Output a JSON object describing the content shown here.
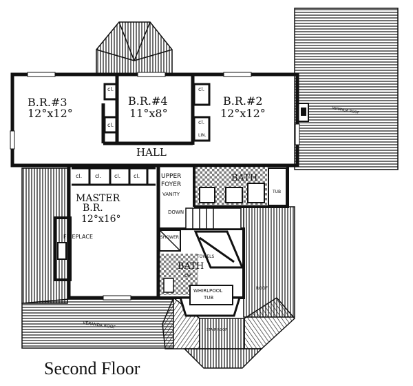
{
  "caption": "Second Floor",
  "rooms": {
    "br3": {
      "name": "B.R.#3",
      "size": "12°x12°"
    },
    "br4": {
      "name": "B.R.#4",
      "size": "11°x8°"
    },
    "br2": {
      "name": "B.R.#2",
      "size": "12°x12°"
    },
    "master": {
      "name": "MASTER",
      "name2": "B.R.",
      "size": "12°x16°"
    },
    "hall": "HALL",
    "upper_foyer": {
      "line1": "UPPER",
      "line2": "FOYER"
    },
    "bath_upper": "BATH",
    "bath_lower": "BATH",
    "vanity": "VANITY",
    "fireplace": "FIREPLACE",
    "down": "DOWN",
    "up": "UP",
    "towels": "TOWELS",
    "whirlpool": {
      "line1": "WHIRLPOOL",
      "line2": "TUB"
    },
    "shower": "SHOWER",
    "cl": "cl.",
    "lin": "LIN.",
    "tub": "TUB",
    "veranda_roof": "VERANDA ROOF",
    "stair_roof": "STAIR ROOF",
    "roof": "ROOF"
  }
}
